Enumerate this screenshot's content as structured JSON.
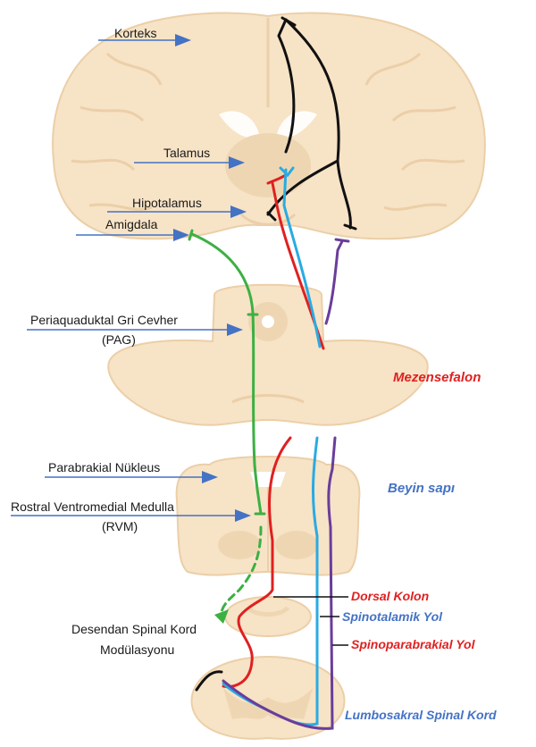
{
  "labels": {
    "korteks": "Korteks",
    "talamus": "Talamus",
    "hipotalamus": "Hipotalamus",
    "amigdala": "Amigdala",
    "pag_line1": "Periaquaduktal Gri Cevher",
    "pag_line2": "(PAG)",
    "parabrakial": "Parabrakial Nükleus",
    "rvm_line1": "Rostral Ventromedial Medulla",
    "rvm_line2": "(RVM)",
    "desendan_line1": "Desendan Spinal Kord",
    "desendan_line2": "Modülasyonu"
  },
  "regions": {
    "mezensefalon": "Mezensefalon",
    "beyin_sapi": "Beyin sapı",
    "lumbosakral": "Lumbosakral Spinal Kord"
  },
  "pathways": {
    "dorsal_kolon": "Dorsal Kolon",
    "spinotalamik": "Spinotalamik Yol",
    "spinoparabrakial": "Spinoparabrakial Yol"
  },
  "colors": {
    "tissue": "#f7e3c6",
    "tissue_outline": "#ebcfa8",
    "tissue_dark": "#efd6b3",
    "arrow": "#4472c4",
    "red_path": "#e02020",
    "blue_path": "#29abe2",
    "purple_path": "#6a3d9a",
    "green_path": "#3cb043",
    "black_path": "#111111"
  }
}
